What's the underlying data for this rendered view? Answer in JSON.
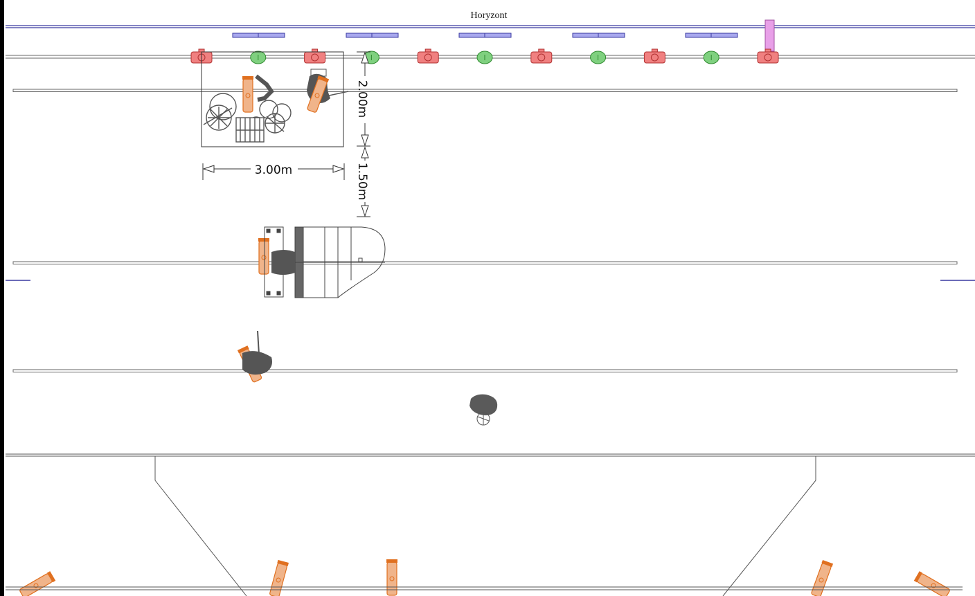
{
  "plan": {
    "horizon_label": "Horyzont",
    "dimensions": {
      "riser_width": "3.00m",
      "riser_depth": "2.00m",
      "gap_to_piano": "1.50m"
    }
  },
  "fixtures": {
    "top_bar_pattern": [
      "red-fresnel",
      "green-par",
      "red-fresnel",
      "green-par",
      "red-fresnel",
      "green-par",
      "red-fresnel",
      "green-par",
      "red-fresnel",
      "green-par",
      "red-fresnel"
    ],
    "cyc_units": 5,
    "colors": {
      "red_fresnel": "#f08080",
      "green_par": "#7fd07f",
      "cyc_unit": "#a8a8ee",
      "spot": "#f0b48a",
      "spot_outline": "#e07020",
      "accent_magenta": "#e8a0e8",
      "horizon_line": "#3a3aa0",
      "object_gray": "#5a5a5a"
    }
  },
  "instruments": {
    "drum_kit": "drum-kit-icon",
    "piano": "grand-piano-icon",
    "guitar": "guitar-player-icon",
    "vocal": "vocalist-icon"
  }
}
